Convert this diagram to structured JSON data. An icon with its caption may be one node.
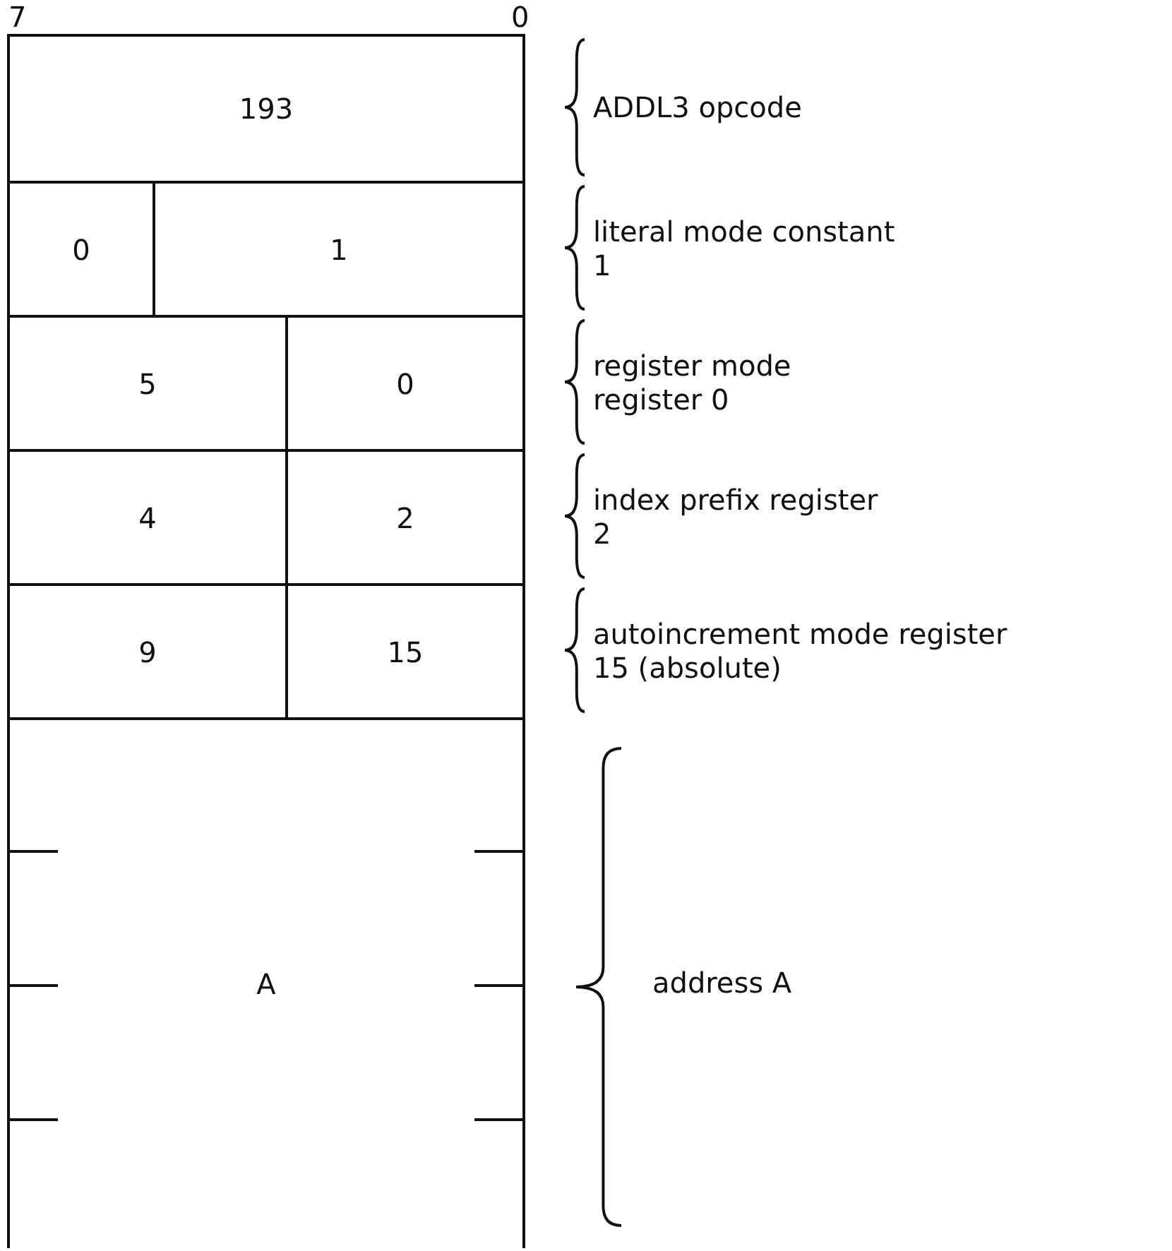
{
  "diagram": {
    "nodes": [
      {
        "text": [
          "193"
        ]
      },
      {
        "text": [
          "0"
        ]
      },
      {
        "text": [
          "1"
        ]
      },
      {
        "text": [
          "5"
        ]
      },
      {
        "text": [
          "0"
        ]
      },
      {
        "text": [
          "4"
        ]
      },
      {
        "text": [
          "2"
        ]
      },
      {
        "text": [
          "9"
        ]
      },
      {
        "text": [
          "15"
        ]
      },
      {
        "text": [
          "A"
        ]
      }
    ],
    "labels": [
      "7",
      "0",
      "ADDL3 opcode",
      "literal mode constant 1",
      "register mode register 0",
      "index prefix register 2",
      "autoincrement mode register 15 (absolute)",
      "address A"
    ]
  }
}
